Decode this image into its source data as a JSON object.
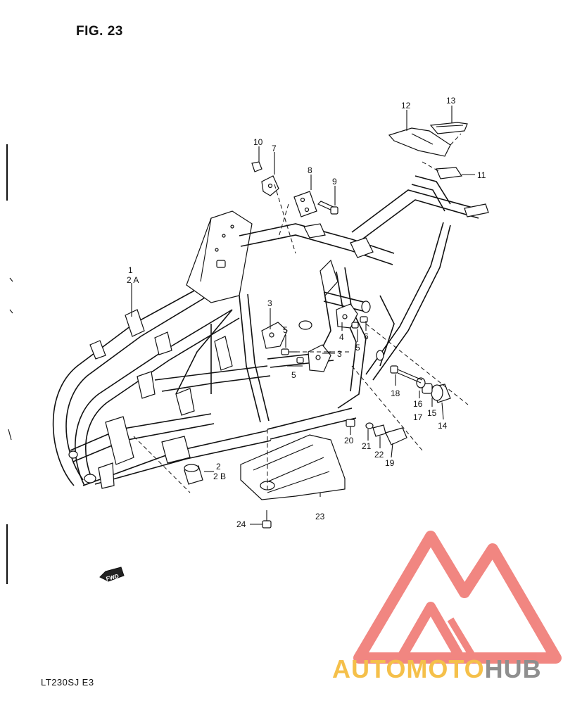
{
  "figure": {
    "title": "FIG. 23",
    "model": "LT230SJ  E3"
  },
  "callouts": [
    {
      "id": "c1",
      "text": "1"
    },
    {
      "id": "c2a",
      "text": "2 A"
    },
    {
      "id": "c2",
      "text": "2"
    },
    {
      "id": "c2b",
      "text": "2 B"
    },
    {
      "id": "c3a",
      "text": "3"
    },
    {
      "id": "c3b",
      "text": "3"
    },
    {
      "id": "c4",
      "text": "4"
    },
    {
      "id": "c5a",
      "text": "5"
    },
    {
      "id": "c5b",
      "text": "5"
    },
    {
      "id": "c5c",
      "text": "5"
    },
    {
      "id": "c6",
      "text": "6"
    },
    {
      "id": "c7",
      "text": "7"
    },
    {
      "id": "c8",
      "text": "8"
    },
    {
      "id": "c9",
      "text": "9"
    },
    {
      "id": "c10",
      "text": "10"
    },
    {
      "id": "c11",
      "text": "11"
    },
    {
      "id": "c12",
      "text": "12"
    },
    {
      "id": "c13",
      "text": "13"
    },
    {
      "id": "c14",
      "text": "14"
    },
    {
      "id": "c15",
      "text": "15"
    },
    {
      "id": "c16",
      "text": "16"
    },
    {
      "id": "c17",
      "text": "17"
    },
    {
      "id": "c18",
      "text": "18"
    },
    {
      "id": "c19",
      "text": "19"
    },
    {
      "id": "c20",
      "text": "20"
    },
    {
      "id": "c21",
      "text": "21"
    },
    {
      "id": "c22",
      "text": "22"
    },
    {
      "id": "c23",
      "text": "23"
    },
    {
      "id": "c24",
      "text": "24"
    }
  ],
  "direction_tag": "FWD",
  "watermark": {
    "part1": "AUTOMOTO",
    "part2": "HUB",
    "color_primary": "#f07a74",
    "color_secondary": "#f5c04a",
    "color_tertiary": "#9a9a9a"
  }
}
